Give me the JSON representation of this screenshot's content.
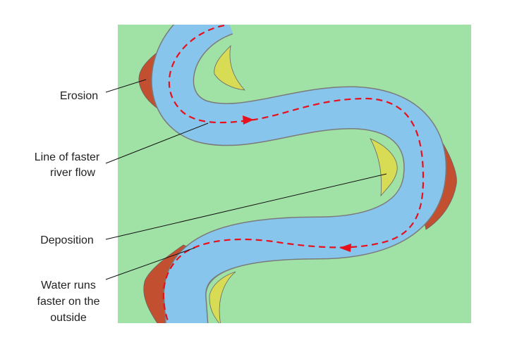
{
  "diagram": {
    "labels": {
      "erosion": "Erosion",
      "faster_flow_line1": "Line of faster",
      "faster_flow_line2": "river flow",
      "deposition": "Deposition",
      "outside_line1": "Water runs",
      "outside_line2": "faster on the",
      "outside_line3": "outside"
    },
    "colors": {
      "land": "#a0e1a6",
      "river": "#88c5ec",
      "bank_outline": "#7a7a7a",
      "erosion": "#c24f2f",
      "deposition": "#d8dc55",
      "flow_line": "#e8101c"
    }
  }
}
